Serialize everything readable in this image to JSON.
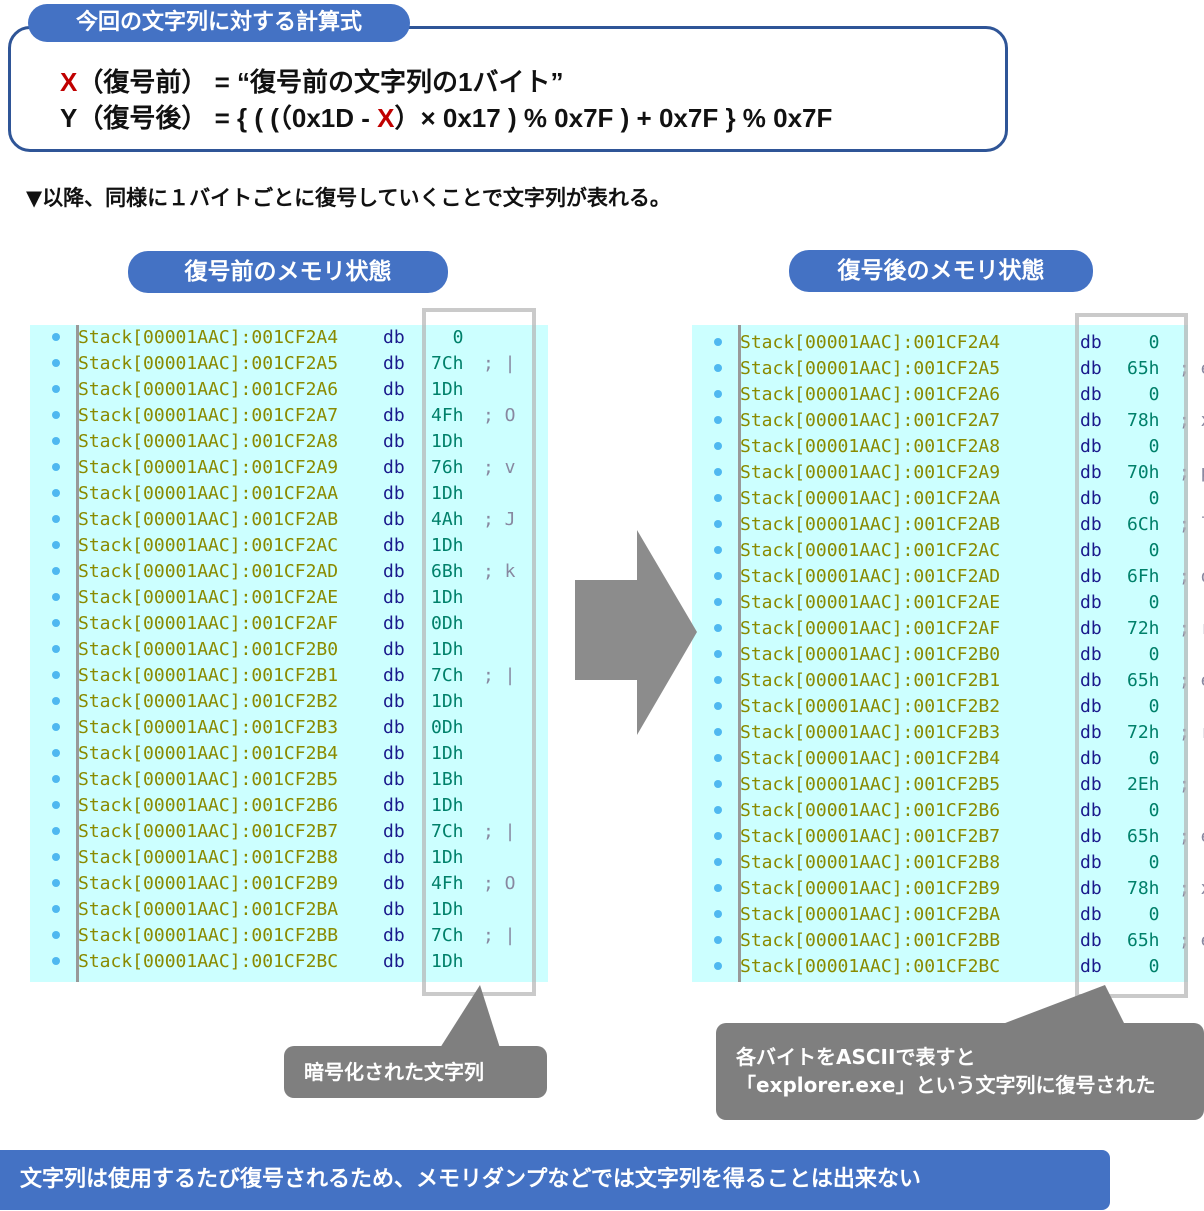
{
  "formula": {
    "title": "今回の文字列に対する計算式",
    "x_var": "X",
    "x_label": "（復号前）",
    "x_rhs": " = “復号前の文字列の1バイト”",
    "y_var": "Y",
    "y_label": "（復号後）",
    "y_rhs_1": " = { ( (（0x1D - ",
    "y_rhs_x": "X",
    "y_rhs_2": "）× 0x17 ) % 0x7F ) + 0x7F } % 0x7F"
  },
  "note": "▼以降、同様に１バイトごとに復号していくことで文字列が表れる。",
  "before": {
    "title": "復号前のメモリ状態",
    "rows": [
      [
        "Stack[00001AAC]:001CF2A4",
        "db",
        "  0",
        ""
      ],
      [
        "Stack[00001AAC]:001CF2A5",
        "db",
        "7Ch",
        "; |"
      ],
      [
        "Stack[00001AAC]:001CF2A6",
        "db",
        "1Dh",
        ""
      ],
      [
        "Stack[00001AAC]:001CF2A7",
        "db",
        "4Fh",
        "; O"
      ],
      [
        "Stack[00001AAC]:001CF2A8",
        "db",
        "1Dh",
        ""
      ],
      [
        "Stack[00001AAC]:001CF2A9",
        "db",
        "76h",
        "; v"
      ],
      [
        "Stack[00001AAC]:001CF2AA",
        "db",
        "1Dh",
        ""
      ],
      [
        "Stack[00001AAC]:001CF2AB",
        "db",
        "4Ah",
        "; J"
      ],
      [
        "Stack[00001AAC]:001CF2AC",
        "db",
        "1Dh",
        ""
      ],
      [
        "Stack[00001AAC]:001CF2AD",
        "db",
        "6Bh",
        "; k"
      ],
      [
        "Stack[00001AAC]:001CF2AE",
        "db",
        "1Dh",
        ""
      ],
      [
        "Stack[00001AAC]:001CF2AF",
        "db",
        "0Dh",
        ""
      ],
      [
        "Stack[00001AAC]:001CF2B0",
        "db",
        "1Dh",
        ""
      ],
      [
        "Stack[00001AAC]:001CF2B1",
        "db",
        "7Ch",
        "; |"
      ],
      [
        "Stack[00001AAC]:001CF2B2",
        "db",
        "1Dh",
        ""
      ],
      [
        "Stack[00001AAC]:001CF2B3",
        "db",
        "0Dh",
        ""
      ],
      [
        "Stack[00001AAC]:001CF2B4",
        "db",
        "1Dh",
        ""
      ],
      [
        "Stack[00001AAC]:001CF2B5",
        "db",
        "1Bh",
        ""
      ],
      [
        "Stack[00001AAC]:001CF2B6",
        "db",
        "1Dh",
        ""
      ],
      [
        "Stack[00001AAC]:001CF2B7",
        "db",
        "7Ch",
        "; |"
      ],
      [
        "Stack[00001AAC]:001CF2B8",
        "db",
        "1Dh",
        ""
      ],
      [
        "Stack[00001AAC]:001CF2B9",
        "db",
        "4Fh",
        "; O"
      ],
      [
        "Stack[00001AAC]:001CF2BA",
        "db",
        "1Dh",
        ""
      ],
      [
        "Stack[00001AAC]:001CF2BB",
        "db",
        "7Ch",
        "; |"
      ],
      [
        "Stack[00001AAC]:001CF2BC",
        "db",
        "1Dh",
        ""
      ]
    ]
  },
  "after": {
    "title": "復号後のメモリ状態",
    "rows": [
      [
        "Stack[00001AAC]:001CF2A4",
        "db",
        "  0",
        ""
      ],
      [
        "Stack[00001AAC]:001CF2A5",
        "db",
        "65h",
        "; e"
      ],
      [
        "Stack[00001AAC]:001CF2A6",
        "db",
        "  0",
        ""
      ],
      [
        "Stack[00001AAC]:001CF2A7",
        "db",
        "78h",
        "; x"
      ],
      [
        "Stack[00001AAC]:001CF2A8",
        "db",
        "  0",
        ""
      ],
      [
        "Stack[00001AAC]:001CF2A9",
        "db",
        "70h",
        "; p"
      ],
      [
        "Stack[00001AAC]:001CF2AA",
        "db",
        "  0",
        ""
      ],
      [
        "Stack[00001AAC]:001CF2AB",
        "db",
        "6Ch",
        "; l"
      ],
      [
        "Stack[00001AAC]:001CF2AC",
        "db",
        "  0",
        ""
      ],
      [
        "Stack[00001AAC]:001CF2AD",
        "db",
        "6Fh",
        "; o"
      ],
      [
        "Stack[00001AAC]:001CF2AE",
        "db",
        "  0",
        ""
      ],
      [
        "Stack[00001AAC]:001CF2AF",
        "db",
        "72h",
        "; r"
      ],
      [
        "Stack[00001AAC]:001CF2B0",
        "db",
        "  0",
        ""
      ],
      [
        "Stack[00001AAC]:001CF2B1",
        "db",
        "65h",
        "; e"
      ],
      [
        "Stack[00001AAC]:001CF2B2",
        "db",
        "  0",
        ""
      ],
      [
        "Stack[00001AAC]:001CF2B3",
        "db",
        "72h",
        "; r"
      ],
      [
        "Stack[00001AAC]:001CF2B4",
        "db",
        "  0",
        ""
      ],
      [
        "Stack[00001AAC]:001CF2B5",
        "db",
        "2Eh",
        "; ."
      ],
      [
        "Stack[00001AAC]:001CF2B6",
        "db",
        "  0",
        ""
      ],
      [
        "Stack[00001AAC]:001CF2B7",
        "db",
        "65h",
        "; e"
      ],
      [
        "Stack[00001AAC]:001CF2B8",
        "db",
        "  0",
        ""
      ],
      [
        "Stack[00001AAC]:001CF2B9",
        "db",
        "78h",
        "; x"
      ],
      [
        "Stack[00001AAC]:001CF2BA",
        "db",
        "  0",
        ""
      ],
      [
        "Stack[00001AAC]:001CF2BB",
        "db",
        "65h",
        "; e"
      ],
      [
        "Stack[00001AAC]:001CF2BC",
        "db",
        "  0",
        ""
      ]
    ]
  },
  "callout_left": "暗号化された文字列",
  "callout_right_1": "各バイトをASCIIで表すと",
  "callout_right_2": "「explorer.exe」という文字列に復号された",
  "banner": "文字列は使用するたび復号されるため、メモリダンプなどでは文字列を得ることは出来ない"
}
